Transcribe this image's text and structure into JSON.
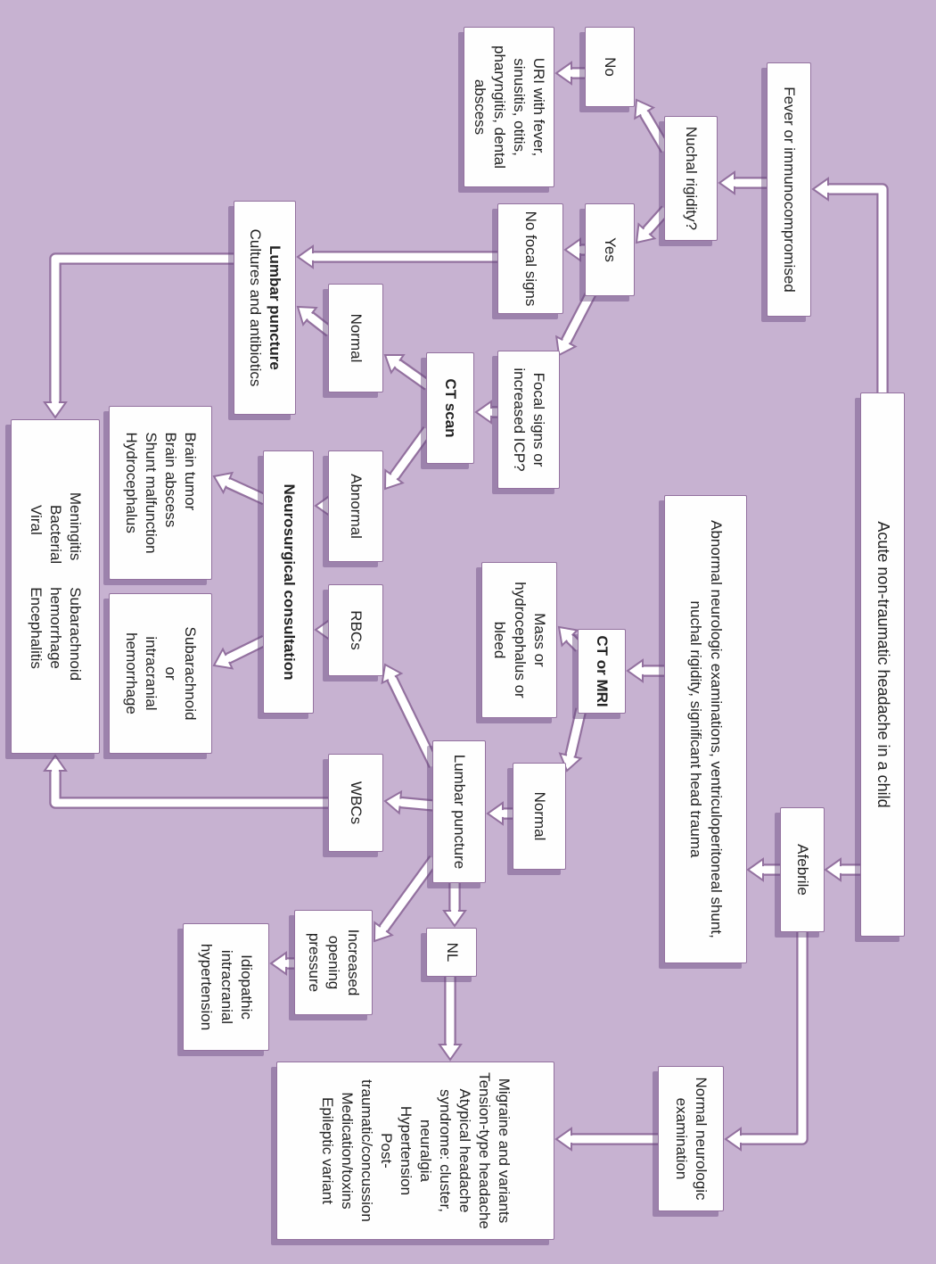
{
  "diagram": {
    "title": "Acute non-traumatic headache in a child",
    "colors": {
      "background": "#c7b2d1",
      "box_fill": "#fefefe",
      "box_border": "#93719f",
      "arrow_fill": "#ffffff",
      "arrow_outline": "#93719f",
      "shadow": "#68487e"
    },
    "nodes": {
      "root": {
        "label": "Acute non-traumatic headache in a child"
      },
      "fever": {
        "label": "Fever or immunocompromised"
      },
      "afebrile": {
        "label": "Afebrile"
      },
      "nuchal": {
        "label": "Nuchal rigidity?"
      },
      "no": {
        "label": "No"
      },
      "yes": {
        "label": "Yes"
      },
      "uri": {
        "label": "URI with fever, sinusitis, otitis, pharyngitis, dental abscess"
      },
      "no_focal": {
        "label": "No focal signs"
      },
      "focal": {
        "label": "Focal signs or increased ICP?"
      },
      "ct_scan": {
        "label": "CT scan"
      },
      "ct_normal": {
        "label": "Normal"
      },
      "ct_abnormal": {
        "label": "Abnormal"
      },
      "lumbar_puncture_cultures": {
        "title": "Lumbar puncture",
        "subtitle": "Cultures and antibiotics"
      },
      "neurosurgical": {
        "label": "Neurosurgical consultation"
      },
      "brain_tumor": {
        "label": "Brain tumor\nBrain abscess\nShunt malfunction\nHydrocephalus"
      },
      "sah": {
        "label": "Subarachnoid\nor\nintracranial\nhemorrhage"
      },
      "meningitis": {
        "col1": "Meningitis\n   Bacterial\n   Viral",
        "col2": "Subarachnoid\nhemorrhage\nEncephalitis"
      },
      "rbcs": {
        "label": "RBCs"
      },
      "wbcs": {
        "label": "WBCs"
      },
      "abnl_neuro": {
        "label": "Abnormal neurologic examinations, ventriculoperitoneal shunt, nuchal rigidity, significant head trauma"
      },
      "ct_mri": {
        "label": "CT or MRI"
      },
      "mass": {
        "label": "Mass or hydrocephalus or bleed"
      },
      "mri_normal": {
        "label": "Normal"
      },
      "lumbar_puncture": {
        "label": "Lumbar puncture"
      },
      "nl": {
        "label": "NL"
      },
      "iop": {
        "label": "Increased opening pressure"
      },
      "iih": {
        "label": "Idiopathic intracranial hypertension"
      },
      "normal_neuro": {
        "label": "Normal neurologic examination"
      },
      "benign": {
        "label": "Migraine and variants\nTension-type headache\nAtypical headache syndrome: cluster, neuralgia\nHypertension\nPost-traumatic/concussion\nMedication/toxins\nEpileptic variant"
      }
    }
  }
}
